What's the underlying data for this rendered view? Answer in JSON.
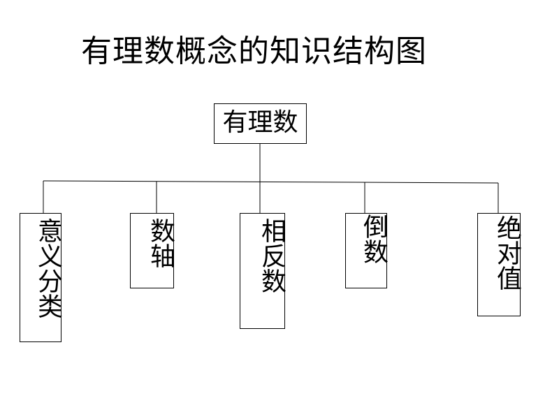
{
  "title": "有理数概念的知识结构图",
  "root": {
    "label": "有理数"
  },
  "children": [
    {
      "id": "meaning",
      "label": "意义分类"
    },
    {
      "id": "numberline",
      "label": "数轴"
    },
    {
      "id": "opposite",
      "label": "相反数"
    },
    {
      "id": "reciprocal",
      "label": "倒数"
    },
    {
      "id": "absolute",
      "label": "绝对值"
    }
  ]
}
